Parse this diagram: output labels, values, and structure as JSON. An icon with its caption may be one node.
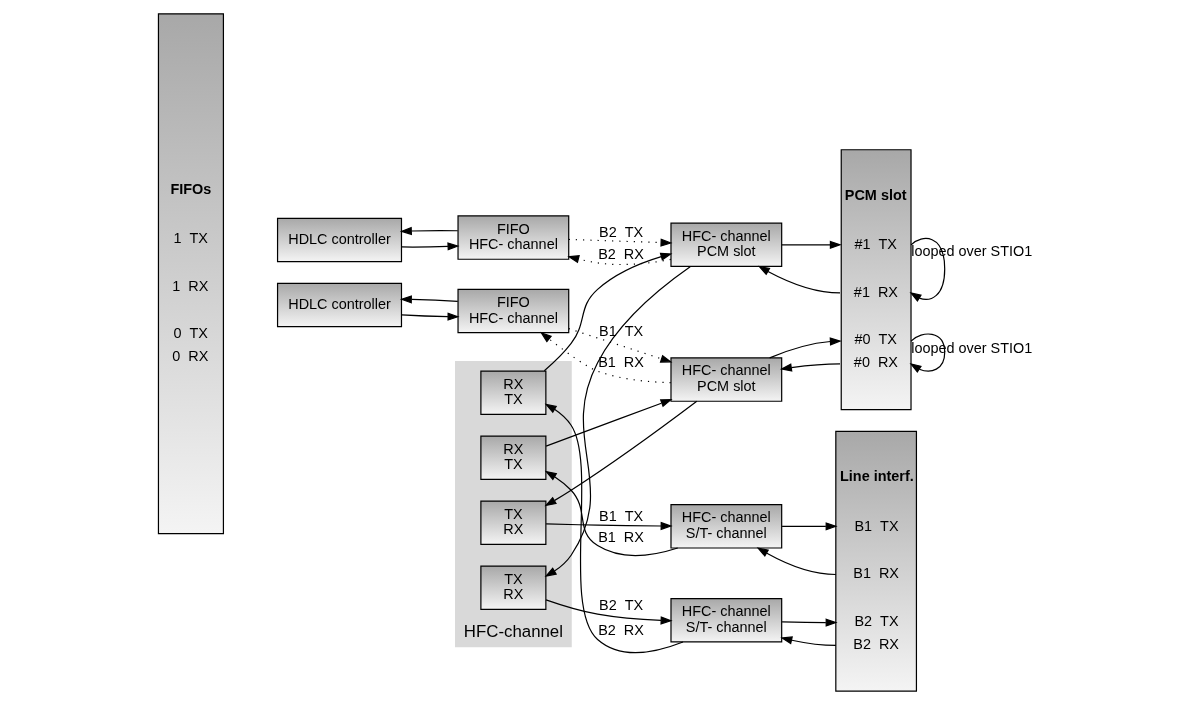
{
  "diagram": {
    "nodes": [
      {
        "text": [
          "FIFOs",
          "1  TX",
          "1  RX",
          "0  TX",
          "0  RX"
        ]
      },
      {
        "text": [
          "HDLC controller"
        ]
      },
      {
        "text": [
          "HDLC controller"
        ]
      },
      {
        "text": [
          "FIFO",
          "HFC- channel"
        ]
      },
      {
        "text": [
          "FIFO",
          "HFC- channel"
        ]
      },
      {
        "text": [
          "HFC-channel"
        ]
      },
      {
        "text": [
          "TX",
          "RX"
        ],
        "in": 5
      },
      {
        "text": [
          "RX",
          "TX"
        ],
        "in": 5
      },
      {
        "text": [
          "TX",
          "RX"
        ],
        "in": 5
      },
      {
        "text": [
          "RX",
          "TX"
        ],
        "in": 5
      },
      {
        "text": [
          "HFC- channel",
          "S/T- channel"
        ]
      },
      {
        "text": [
          "HFC- channel",
          "S/T- channel"
        ]
      },
      {
        "text": [
          "Line interf.",
          "B1  TX",
          "B1  RX",
          "B2  TX",
          "B2  RX"
        ]
      },
      {
        "text": [
          "HFC- channel",
          "PCM slot"
        ]
      },
      {
        "text": [
          "HFC- channel",
          "PCM slot"
        ]
      },
      {
        "text": [
          "PCM slot",
          "#1  TX",
          "#1  RX",
          "#0  TX",
          "#0  RX"
        ]
      }
    ],
    "edges": [
      {
        "from": 1,
        "to": 3,
        "arrow": "to"
      },
      {
        "from": 3,
        "to": 1,
        "arrow": "to"
      },
      {
        "from": 2,
        "to": 4,
        "arrow": "to"
      },
      {
        "from": 4,
        "to": 2,
        "arrow": "to"
      },
      {
        "from": 6,
        "to": 10,
        "arrow": "to",
        "label": "B1  TX"
      },
      {
        "from": 10,
        "to": 7,
        "arrow": "to",
        "label": "B1  RX"
      },
      {
        "from": 8,
        "to": 11,
        "arrow": "to",
        "label": "B2  TX"
      },
      {
        "from": 11,
        "to": 9,
        "arrow": "to",
        "label": "B2  RX"
      },
      {
        "from": 10,
        "to": 12,
        "arrow": "to"
      },
      {
        "from": 12,
        "to": 10,
        "arrow": "to"
      },
      {
        "from": 11,
        "to": 12,
        "arrow": "to"
      },
      {
        "from": 12,
        "to": 11,
        "arrow": "to"
      },
      {
        "from": 3,
        "to": 13,
        "arrow": "to",
        "style": "dashed",
        "label": "B2  TX"
      },
      {
        "from": 9,
        "to": 13,
        "arrow": "to"
      },
      {
        "from": 13,
        "to": 3,
        "arrow": "to",
        "style": "dashed",
        "label": "B2  RX"
      },
      {
        "from": 13,
        "to": 8,
        "arrow": "to"
      },
      {
        "from": 4,
        "to": 14,
        "arrow": "to",
        "style": "dashed",
        "label": "B1  TX"
      },
      {
        "from": 7,
        "to": 14,
        "arrow": "to"
      },
      {
        "from": 14,
        "to": 4,
        "arrow": "to",
        "style": "dashed",
        "label": "B1  RX"
      },
      {
        "from": 14,
        "to": 6,
        "arrow": "to"
      },
      {
        "from": 13,
        "to": 15,
        "arrow": "to"
      },
      {
        "from": 15,
        "to": 13,
        "arrow": "to"
      },
      {
        "from": 14,
        "to": 15,
        "arrow": "to"
      },
      {
        "from": 15,
        "to": 14,
        "arrow": "to"
      },
      {
        "from": 15,
        "to": 15,
        "arrow": "to",
        "label": "looped over STIO1"
      },
      {
        "from": 15,
        "to": 15,
        "arrow": "to",
        "label": "looped over STIO1"
      }
    ]
  }
}
